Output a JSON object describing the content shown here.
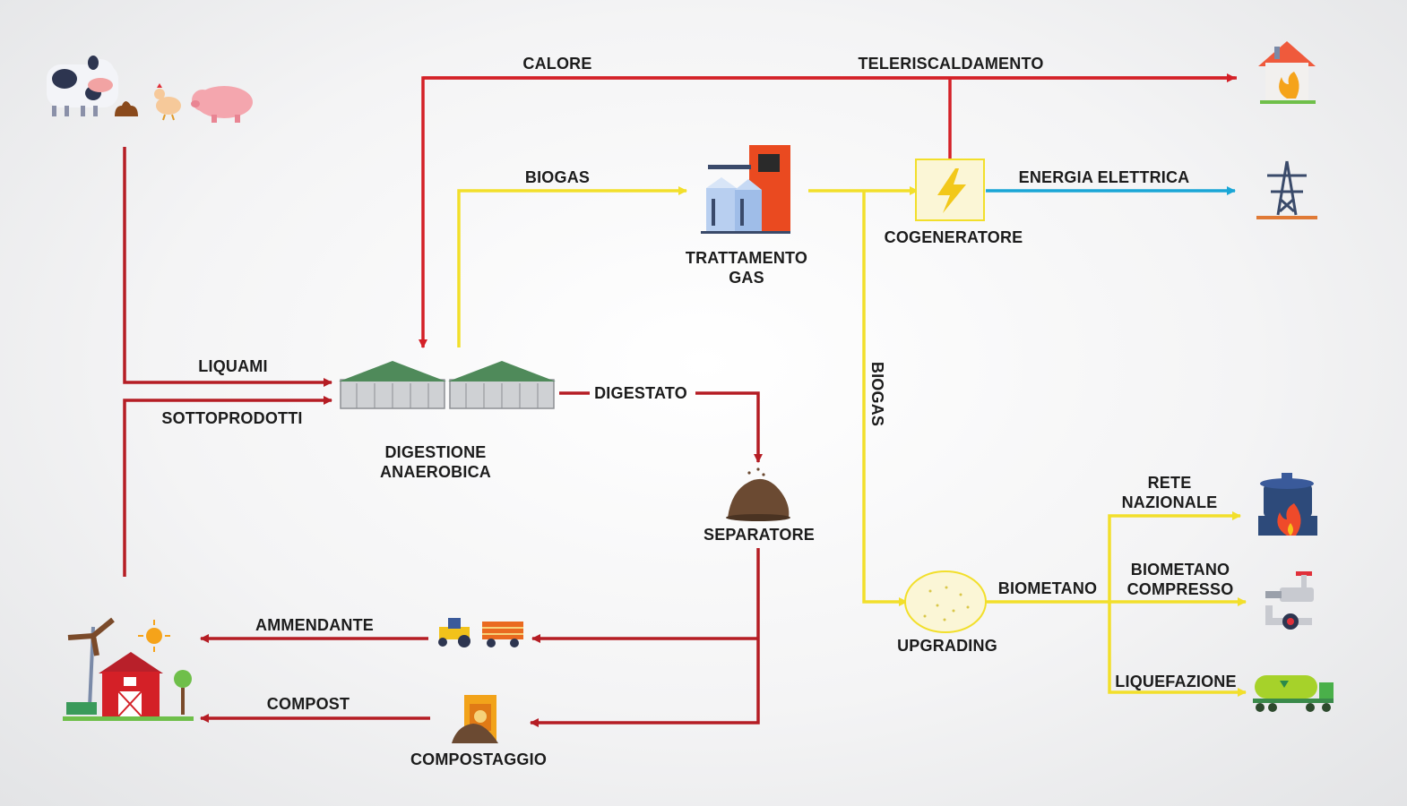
{
  "colors": {
    "heat": "#d42027",
    "biogas": "#f2df2b",
    "electric": "#1aa6d6",
    "material": "#b51d24",
    "label": "#1c1c1c"
  },
  "flows": {
    "calore": "CALORE",
    "teleriscaldamento": "TELERISCALDAMENTO",
    "biogas_main": "BIOGAS",
    "energia_elettrica": "ENERGIA ELETTRICA",
    "biogas_vertical": "BIOGAS",
    "liquami": "LIQUAMI",
    "sottoprodotti": "SOTTOPRODOTTI",
    "digestato": "DIGESTATO",
    "biometano": "BIOMETANO",
    "ammendante": "AMMENDANTE",
    "compost": "COMPOST"
  },
  "nodes": {
    "trattamento_gas": [
      "TRATTAMENTO",
      "GAS"
    ],
    "cogeneratore": "COGENERATORE",
    "digestione": [
      "DIGESTIONE",
      "ANAEROBICA"
    ],
    "separatore": "SEPARATORE",
    "upgrading": "UPGRADING",
    "compostaggio": "COMPOSTAGGIO"
  },
  "outputs": {
    "rete_nazionale": [
      "RETE",
      "NAZIONALE"
    ],
    "biometano_compresso": [
      "BIOMETANO",
      "COMPRESSO"
    ],
    "liquefazione": "LIQUEFAZIONE"
  },
  "icons": {
    "livestock": "livestock-icon",
    "house": "house-heating-icon",
    "pylon": "power-pylon-icon",
    "gas_plant": "gas-treatment-plant-icon",
    "cogenerator": "lightning-bolt-icon",
    "digesters": "digester-domes-icon",
    "separator": "soil-pile-icon",
    "upgrading": "upgrading-tank-icon",
    "tractor": "tractor-trailer-icon",
    "compost": "compost-bag-icon",
    "farm": "farm-barn-icon",
    "gas_stove": "gas-stove-icon",
    "valves": "compressed-gas-valve-icon",
    "lng_truck": "lng-tanker-truck-icon"
  }
}
